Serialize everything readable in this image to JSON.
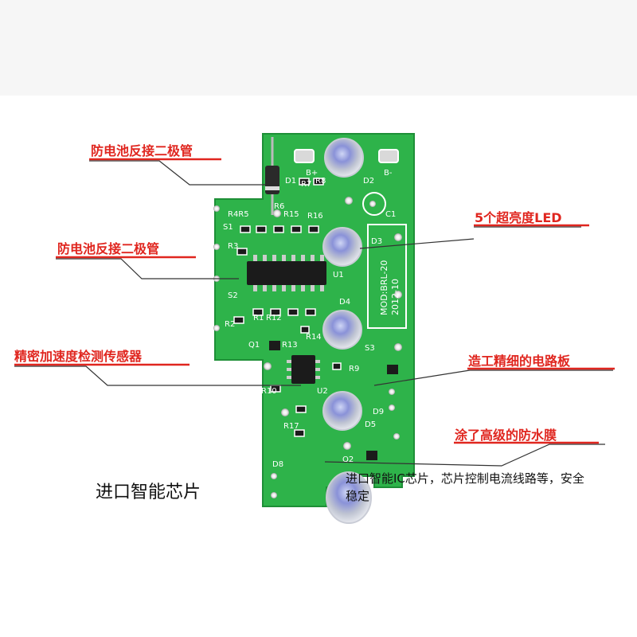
{
  "callouts": {
    "diode_top": "防电池反接二极管",
    "diode_mid": "防电池反接二极管",
    "accel": "精密加速度检测传感器",
    "led5": "5个超亮度LED",
    "board": "造工精细的电路板",
    "coating": "涂了高级的防水膜"
  },
  "caption": "进口智能芯片",
  "description": "进口智能IC芯片，芯片控制电流线路等，安全稳定",
  "silkscreen": {
    "b_plus": "B+",
    "b_minus": "B-",
    "d1": "D1",
    "d2": "D2",
    "d3": "D3",
    "d4": "D4",
    "d5": "D5",
    "d8": "D8",
    "d9": "D9",
    "r7": "R7",
    "r8": "R8",
    "r6": "R6",
    "r4r5": "R4R5",
    "r15": "R15",
    "r16": "R16",
    "c1": "C1",
    "s1": "S1",
    "r3": "R3",
    "u1": "U1",
    "s2": "S2",
    "r2": "R2",
    "r1": "R1",
    "r12": "R12",
    "r14": "R14",
    "s3": "S3",
    "q1": "Q1",
    "r13": "R13",
    "r9": "R9",
    "u2": "U2",
    "r10": "R10",
    "r17": "R17",
    "q2": "Q2",
    "mod": "MOD:BRL-20",
    "date": "2012-10"
  },
  "colors": {
    "pcb": "#2eb34a",
    "pcb_dark": "#1e8f37",
    "callout": "#e0261f",
    "leader": "#333333"
  }
}
